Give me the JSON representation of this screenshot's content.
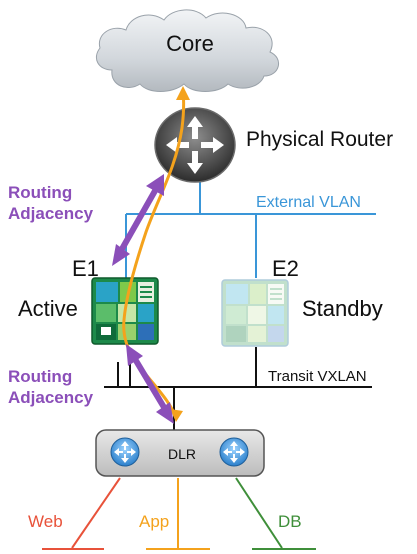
{
  "core": {
    "label": "Core"
  },
  "physical_router": {
    "label": "Physical Router"
  },
  "external_vlan": {
    "label": "External VLAN"
  },
  "routing_top": {
    "line1": "Routing",
    "line2": "Adjacency"
  },
  "routing_bottom": {
    "line1": "Routing",
    "line2": "Adjacency"
  },
  "e1": {
    "name": "E1",
    "state": "Active"
  },
  "e2": {
    "name": "E2",
    "state": "Standby"
  },
  "transit": {
    "label": "Transit VXLAN"
  },
  "dlr": {
    "label": "DLR"
  },
  "segments": [
    {
      "label": "Web",
      "color": "#e8523a"
    },
    {
      "label": "App",
      "color": "#f4a21c"
    },
    {
      "label": "DB",
      "color": "#3f8f3a"
    }
  ],
  "colors": {
    "external_vlan": "#3a96d8",
    "routing": "#8b4fb9",
    "traffic": "#f4a21c",
    "link": "#111111"
  },
  "icons": {
    "core": "cloud-icon",
    "router": "router-icon",
    "edge": "edge-gateway-icon",
    "dlr_router": "router-icon"
  }
}
